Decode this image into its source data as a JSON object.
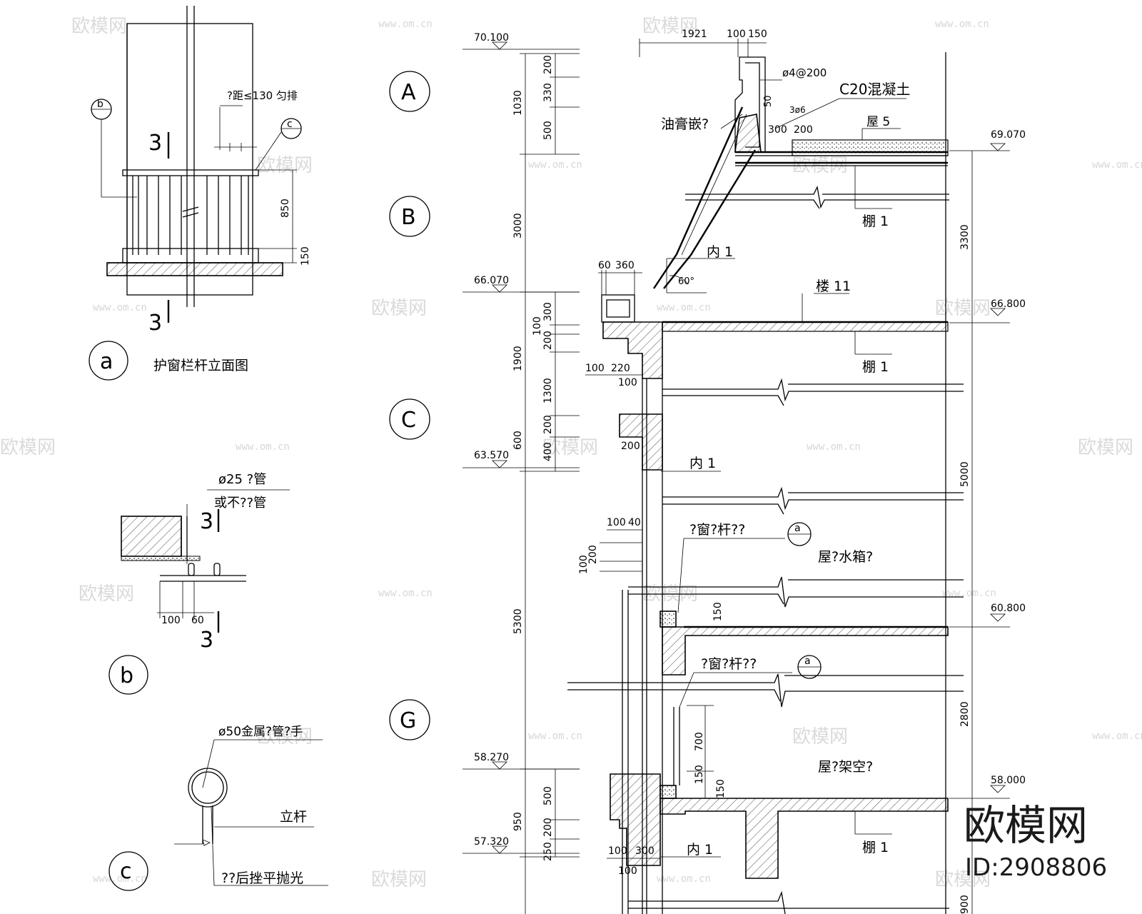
{
  "detail_a": {
    "title": "护窗栏杆立面图",
    "marker": "a",
    "spacing_note": "?距≤130  匀排",
    "dim_850": "850",
    "dim_150": "150",
    "section_3": "3",
    "ref_b": "b",
    "ref_c": "c"
  },
  "detail_b": {
    "marker": "b",
    "pipe_note_1": "ø25 ?管",
    "pipe_note_2": "或不??管",
    "dim_100": "100",
    "dim_60": "60",
    "section_3": "3"
  },
  "detail_c": {
    "marker": "c",
    "rail_note": "ø50金属?管?手",
    "post_label": "立杆",
    "finish_note": "??后挫平抛光"
  },
  "axes": [
    "A",
    "B",
    "C",
    "G"
  ],
  "elevations": [
    "70.100",
    "66.070",
    "63.570",
    "58.270",
    "57.320",
    "69.070",
    "66.800",
    "60.800",
    "58.000"
  ],
  "left_dims": [
    "200",
    "330",
    "500",
    "1030",
    "3000",
    "300",
    "100",
    "200",
    "1900",
    "1300",
    "200",
    "600",
    "400",
    "5300",
    "500",
    "200",
    "950",
    "250"
  ],
  "right_dims": [
    "3300",
    "5000",
    "2800",
    "900"
  ],
  "top_dims": [
    "1921",
    "100",
    "150"
  ],
  "section_labels": {
    "rebar": "ø4@200",
    "concrete": "C20混凝土",
    "sealant": "油膏嵌?",
    "bar_3": "3ø6",
    "dim_50": "50",
    "dim_300": "300",
    "dim_200": "200",
    "roof_5": "屋 5",
    "ceiling_1": "棚 1",
    "interior_1": "内 1",
    "floor_11": "楼 11",
    "angle": "60°",
    "dim_60": "60",
    "dim_360": "360",
    "dim_220": "220",
    "dim_40": "40",
    "window_rail": "?窗?杆??",
    "water_tank": "屋?水箱?",
    "roof_frame": "屋?架空?",
    "dim_150": "150",
    "dim_700": "700"
  },
  "watermark": {
    "brand": "欧模网",
    "id": "ID:2908806",
    "site": "www.om.cn"
  }
}
